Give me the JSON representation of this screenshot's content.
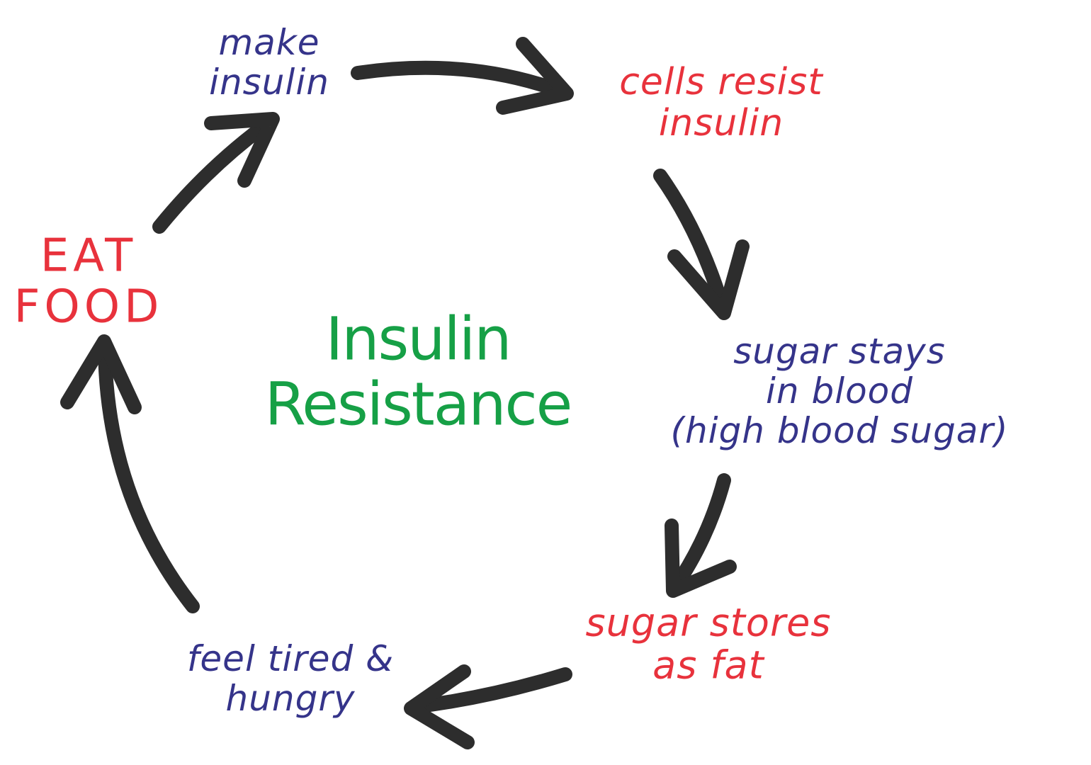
{
  "colors": {
    "blue": "#35348a",
    "red": "#e8323c",
    "green": "#16a046",
    "arrow": "#2d2d2d"
  },
  "center_title": {
    "line1": "Insulin",
    "line2": "Resistance"
  },
  "nodes": {
    "make_insulin": {
      "line1": "make",
      "line2": "insulin"
    },
    "cells_resist": {
      "line1": "cells resist",
      "line2": "insulin"
    },
    "sugar_stays": {
      "line1": "sugar stays",
      "line2": "in blood",
      "line3": "(high blood sugar)"
    },
    "sugar_stores": {
      "line1": "sugar stores",
      "line2": "as fat"
    },
    "feel_tired": {
      "line1": "feel tired &",
      "line2": "hungry"
    },
    "eat_food": {
      "line1": "EAT",
      "line2": "FOOD"
    }
  },
  "arrows": [
    {
      "from": "eat_food",
      "to": "make_insulin",
      "icon": "curved-arrow-icon"
    },
    {
      "from": "make_insulin",
      "to": "cells_resist",
      "icon": "curved-arrow-icon"
    },
    {
      "from": "cells_resist",
      "to": "sugar_stays",
      "icon": "curved-arrow-icon"
    },
    {
      "from": "sugar_stays",
      "to": "sugar_stores",
      "icon": "curved-arrow-icon"
    },
    {
      "from": "sugar_stores",
      "to": "feel_tired",
      "icon": "curved-arrow-icon"
    },
    {
      "from": "feel_tired",
      "to": "eat_food",
      "icon": "curved-arrow-icon"
    }
  ]
}
